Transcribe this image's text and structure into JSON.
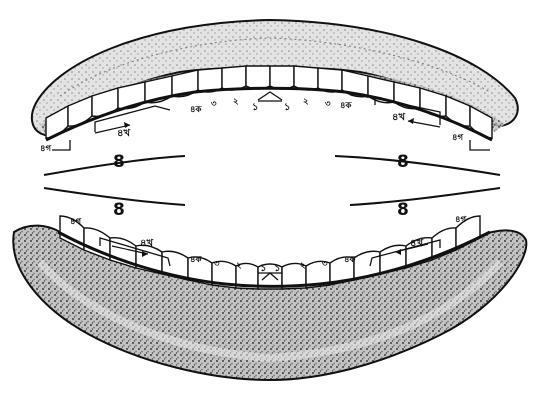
{
  "diagram": {
    "upper_jaw": {
      "group_labels": {
        "left": "8",
        "right": "8"
      },
      "tooth_labels": {
        "incisor_1": "১",
        "incisor_1_right": "১",
        "incisor_2_left": "২",
        "incisor_2_right": "২",
        "canine_left": "৩",
        "canine_right": "৩",
        "premolar_left": "৪ক",
        "premolar_right": "৪ক",
        "molar_mid_left": "৪খ",
        "molar_mid_right": "৪খ",
        "molar_end_left": "৪গ",
        "molar_end_right": "৪গ"
      }
    },
    "lower_jaw": {
      "group_labels": {
        "left": "8",
        "right": "8"
      },
      "tooth_labels": {
        "incisor_1": "১",
        "incisor_1_right": "১",
        "incisor_2_left": "২",
        "incisor_2_right": "২",
        "canine_left": "৩",
        "canine_right": "৩",
        "premolar_left": "৪ক",
        "premolar_right": "৪ক",
        "molar_mid_left": "৪খ",
        "molar_mid_right": "৪খ",
        "molar_end_left": "৪গ",
        "molar_end_right": "৪গ"
      }
    },
    "colors": {
      "ink": "#111111",
      "gum_shade": "#9a9a9a",
      "paper": "#ffffff"
    }
  }
}
